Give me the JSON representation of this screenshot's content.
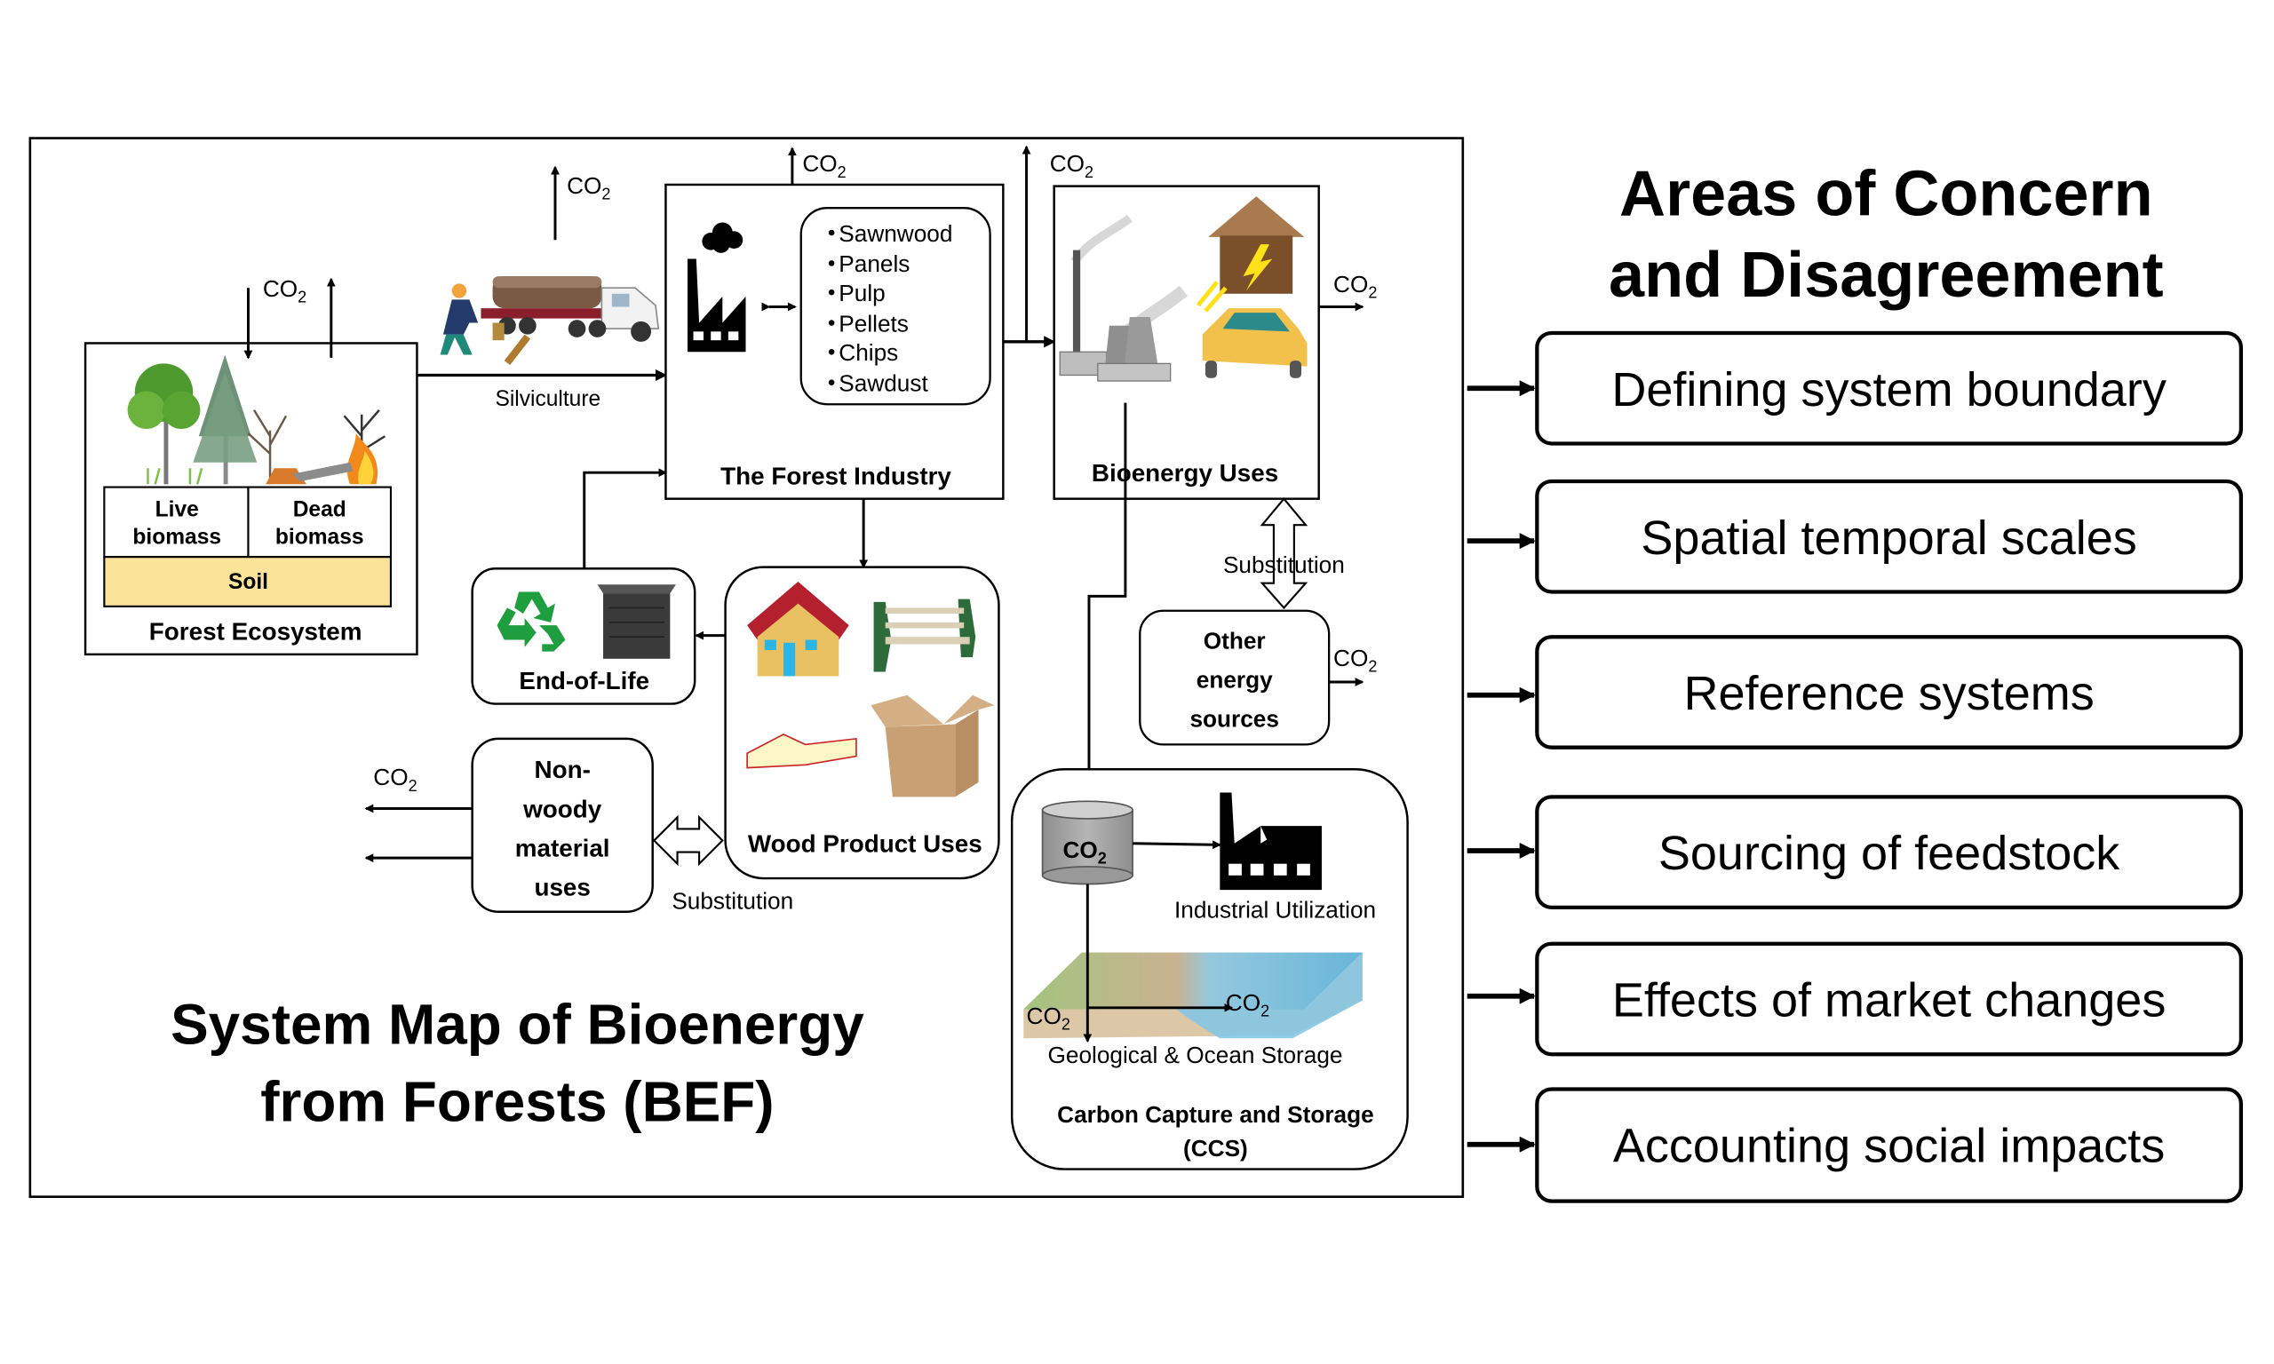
{
  "system_map": {
    "title_line1": "System Map of Bioenergy",
    "title_line2": "from Forests (BEF)",
    "co2": "CO",
    "co2_sub": "2",
    "forest_ecosystem": {
      "label": "Forest Ecosystem",
      "live_line1": "Live",
      "live_line2": "biomass",
      "dead_line1": "Dead",
      "dead_line2": "biomass",
      "soil": "Soil",
      "soil_color": "#FBE49A"
    },
    "silviculture_label": "Silviculture",
    "forest_industry": {
      "label": "The Forest Industry",
      "products": [
        "Sawnwood",
        "Panels",
        "Pulp",
        "Pellets",
        "Chips",
        "Sawdust"
      ]
    },
    "bioenergy": {
      "label": "Bioenergy Uses"
    },
    "substitution_label": "Substitution",
    "other_energy": {
      "line1": "Other",
      "line2": "energy",
      "line3": "sources"
    },
    "wood_products": {
      "label": "Wood Product Uses"
    },
    "end_of_life": {
      "label": "End-of-Life",
      "recycle_color": "#1E9E3E"
    },
    "non_woody": {
      "line1": "Non-",
      "line2": "woody",
      "line3": "material",
      "line4": "uses"
    },
    "ccs": {
      "label_line1": "Carbon Capture and Storage",
      "label_line2": "(CCS)",
      "industrial_utilization": "Industrial Utilization",
      "storage": "Geological & Ocean Storage"
    }
  },
  "concerns": {
    "heading_line1": "Areas of Concern",
    "heading_line2": "and Disagreement",
    "items": [
      "Defining system boundary",
      "Spatial temporal scales",
      "Reference systems",
      "Sourcing of feedstock",
      "Effects of market changes",
      "Accounting social impacts"
    ]
  }
}
